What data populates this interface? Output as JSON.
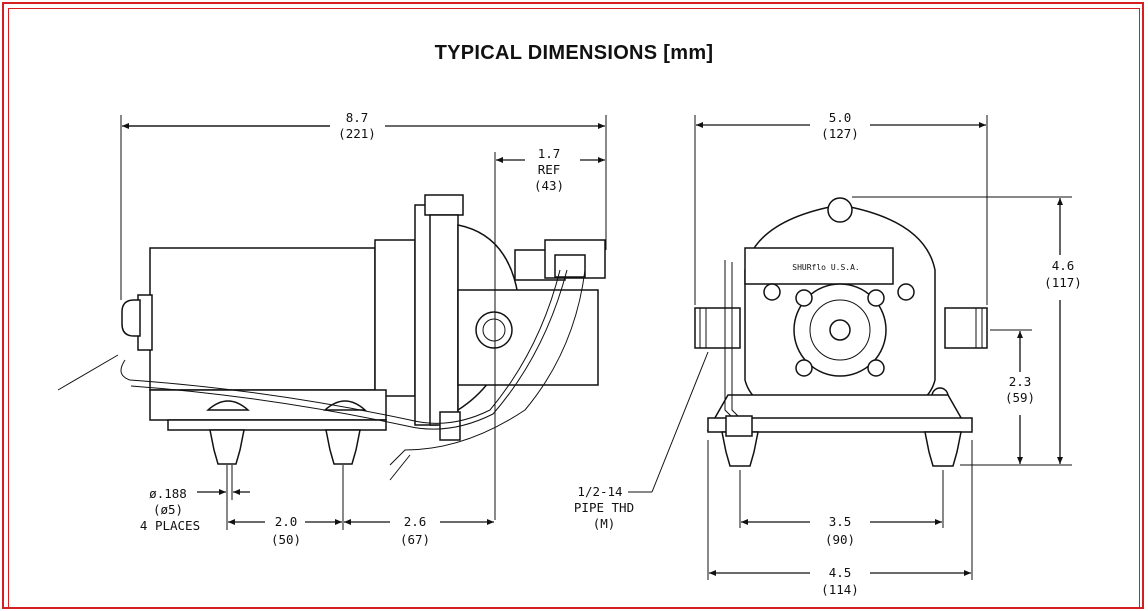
{
  "title": "TYPICAL DIMENSIONS [mm]",
  "colors": {
    "frame": "#d42020",
    "ink": "#111111"
  },
  "side_view": {
    "overall_length": {
      "in": "8.7",
      "mm": "(221)"
    },
    "ref": {
      "in": "1.7",
      "ref": "REF",
      "mm": "(43)"
    },
    "hole": {
      "in": "ø.188",
      "mm": "(ø5)",
      "note": "4 PLACES"
    },
    "spacing_a": {
      "in": "2.0",
      "mm": "(50)"
    },
    "spacing_b": {
      "in": "2.6",
      "mm": "(67)"
    }
  },
  "front_view": {
    "width_top": {
      "in": "5.0",
      "mm": "(127)"
    },
    "height": {
      "in": "4.6",
      "mm": "(117)"
    },
    "port_height": {
      "in": "2.3",
      "mm": "(59)"
    },
    "thread": {
      "line1": "1/2-14",
      "line2": "PIPE THD",
      "line3": "(M)"
    },
    "mount_spacing": {
      "in": "3.5",
      "mm": "(90)"
    },
    "base_width": {
      "in": "4.5",
      "mm": "(114)"
    },
    "label_plate": "SHURflo U.S.A."
  }
}
